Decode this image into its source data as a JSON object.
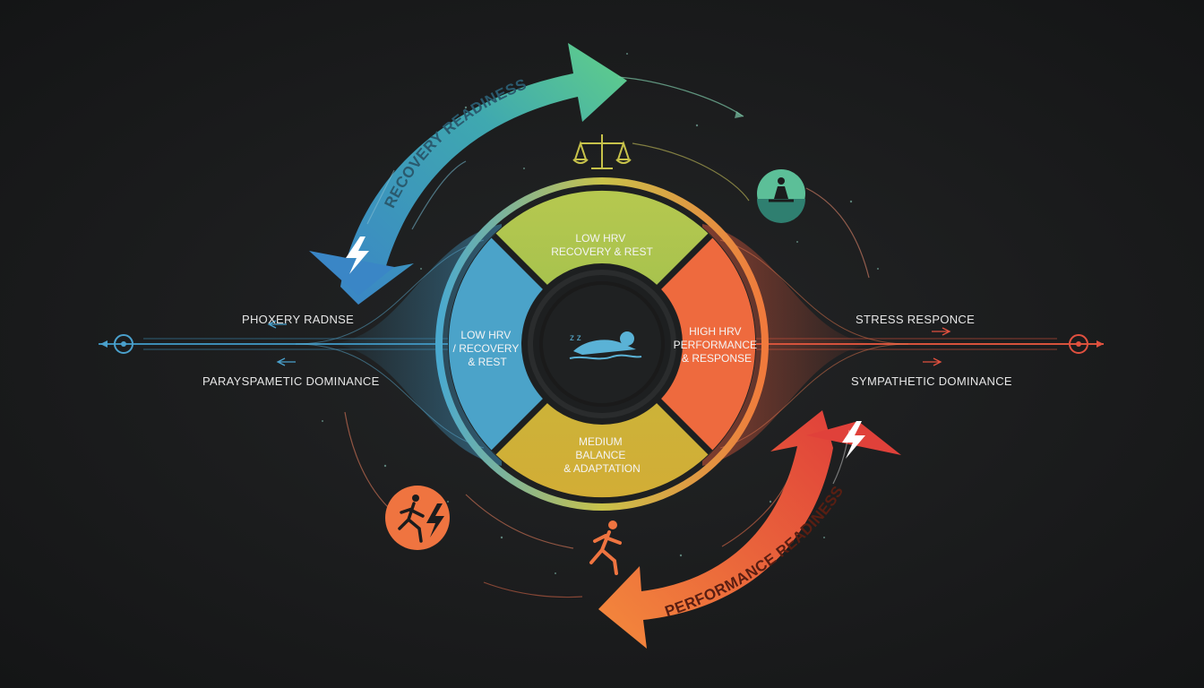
{
  "arrows": {
    "top": {
      "label": "RECOVERY READINESS",
      "color_start": "#3a8fc9",
      "color_end": "#5fcf8a"
    },
    "bottom": {
      "label": "PERFORMANCE READINESS",
      "color_start": "#e24a3f",
      "color_end": "#f07a3c"
    }
  },
  "segments": {
    "top": {
      "lines": [
        "LOW HRV",
        "RECOVERY & REST"
      ],
      "color": "#a9c24a"
    },
    "left": {
      "lines": [
        "LOW HRV",
        "/ RECOVERY",
        "& REST"
      ],
      "color": "#4ba3c9"
    },
    "right": {
      "lines": [
        "HIGH HRV",
        "PERFORMANCE",
        "& RESPONSE"
      ],
      "color": "#ee6a3e"
    },
    "bottom": {
      "lines": [
        "MEDIUM",
        "BALANCE",
        "& ADAPTATION"
      ],
      "color": "#c3b23a"
    }
  },
  "side_labels": {
    "left_top": "PHOXERY RADNSE",
    "left_bottom": "PARAYSPAMETIC DOMINANCE",
    "right_top": "STRESS RESPONCE",
    "right_bottom": "SYMPATHETIC DOMINANCE"
  },
  "icons": {
    "scales": "scales-icon",
    "meditation": "meditation-icon",
    "runner_bolt": "runner-lightning-icon",
    "runner": "runner-icon",
    "sleeper": "sleeping-person-icon",
    "bolt": "lightning-icon"
  },
  "colors": {
    "background": "#1b1c1d",
    "blue": "#4ba3c9",
    "green": "#5fcf8a",
    "orange": "#ee6a3e",
    "red": "#e24a3f"
  }
}
